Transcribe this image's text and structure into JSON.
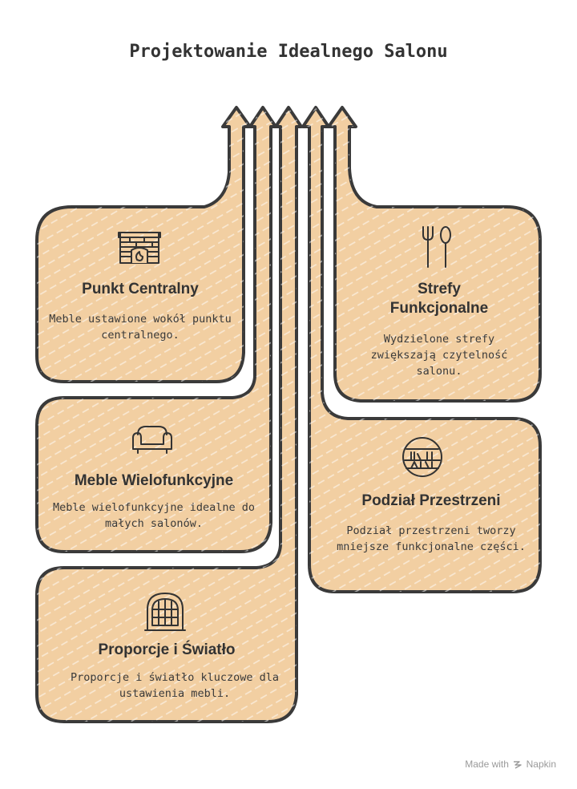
{
  "title": "Projektowanie Idealnego Salonu",
  "colors": {
    "fill": "#f2cfa2",
    "stroke": "#3a3a3a",
    "hatch": "#ffffff"
  },
  "cards": [
    {
      "id": "punkt",
      "title": "Punkt Centralny",
      "description": "Meble ustawione wokół punktu centralnego.",
      "icon": "fireplace-icon"
    },
    {
      "id": "meble",
      "title": "Meble Wielofunkcyjne",
      "description": "Meble wielofunkcyjne idealne do małych salonów.",
      "icon": "sofa-icon"
    },
    {
      "id": "proporcje",
      "title": "Proporcje i Światło",
      "description": "Proporcje i światło kluczowe dla ustawienia mebli.",
      "icon": "window-icon"
    },
    {
      "id": "strefy",
      "title": "Strefy Funkcjonalne",
      "description": "Wydzielone strefy zwiększają czytelność salonu.",
      "icon": "utensils-icon"
    },
    {
      "id": "podzial",
      "title": "Podział Przestrzeni",
      "description": "Podział przestrzeni tworzy mniejsze funkcjonalne części.",
      "icon": "bookshelf-icon"
    }
  ],
  "footer": {
    "made_with": "Made with",
    "brand": "Napkin"
  }
}
